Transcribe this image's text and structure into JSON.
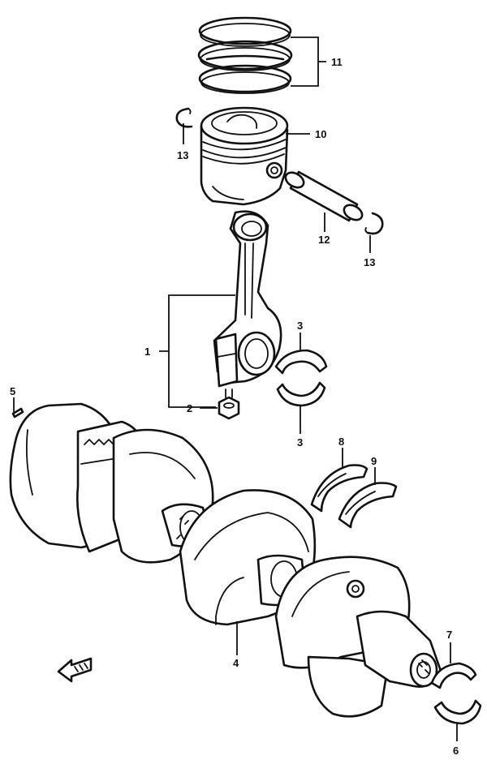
{
  "callouts": {
    "c1": "1",
    "c2": "2",
    "c3a": "3",
    "c3b": "3",
    "c4": "4",
    "c5": "5",
    "c6": "6",
    "c7": "7",
    "c8": "8",
    "c9": "9",
    "c10": "10",
    "c11": "11",
    "c12": "12",
    "c13a": "13",
    "c13b": "13"
  },
  "colors": {
    "ink": "#111111",
    "paper": "#ffffff"
  },
  "icons": {
    "front_arrow": "front-direction-arrow-icon"
  }
}
